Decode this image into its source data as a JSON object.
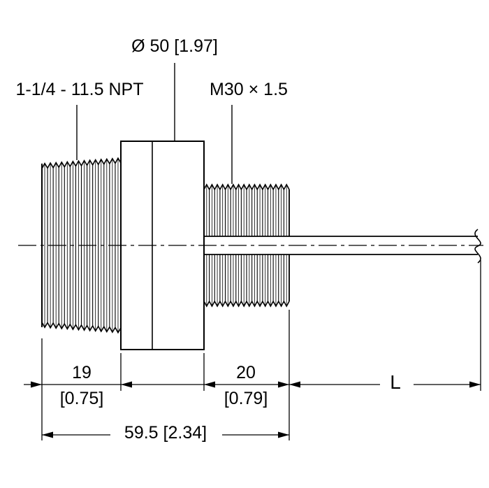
{
  "drawing": {
    "callouts": {
      "diameter": "Ø 50 [1.97]",
      "npt_thread": "1-1/4 - 11.5 NPT",
      "metric_thread": "M30 × 1.5"
    },
    "dimensions": {
      "npt_length_mm": "19",
      "npt_length_in": "[0.75]",
      "metric_length_mm": "20",
      "metric_length_in": "[0.79]",
      "body_length": "59.5 [2.34]",
      "probe_length": "L"
    },
    "colors": {
      "line": "#000000",
      "background": "#ffffff"
    }
  }
}
